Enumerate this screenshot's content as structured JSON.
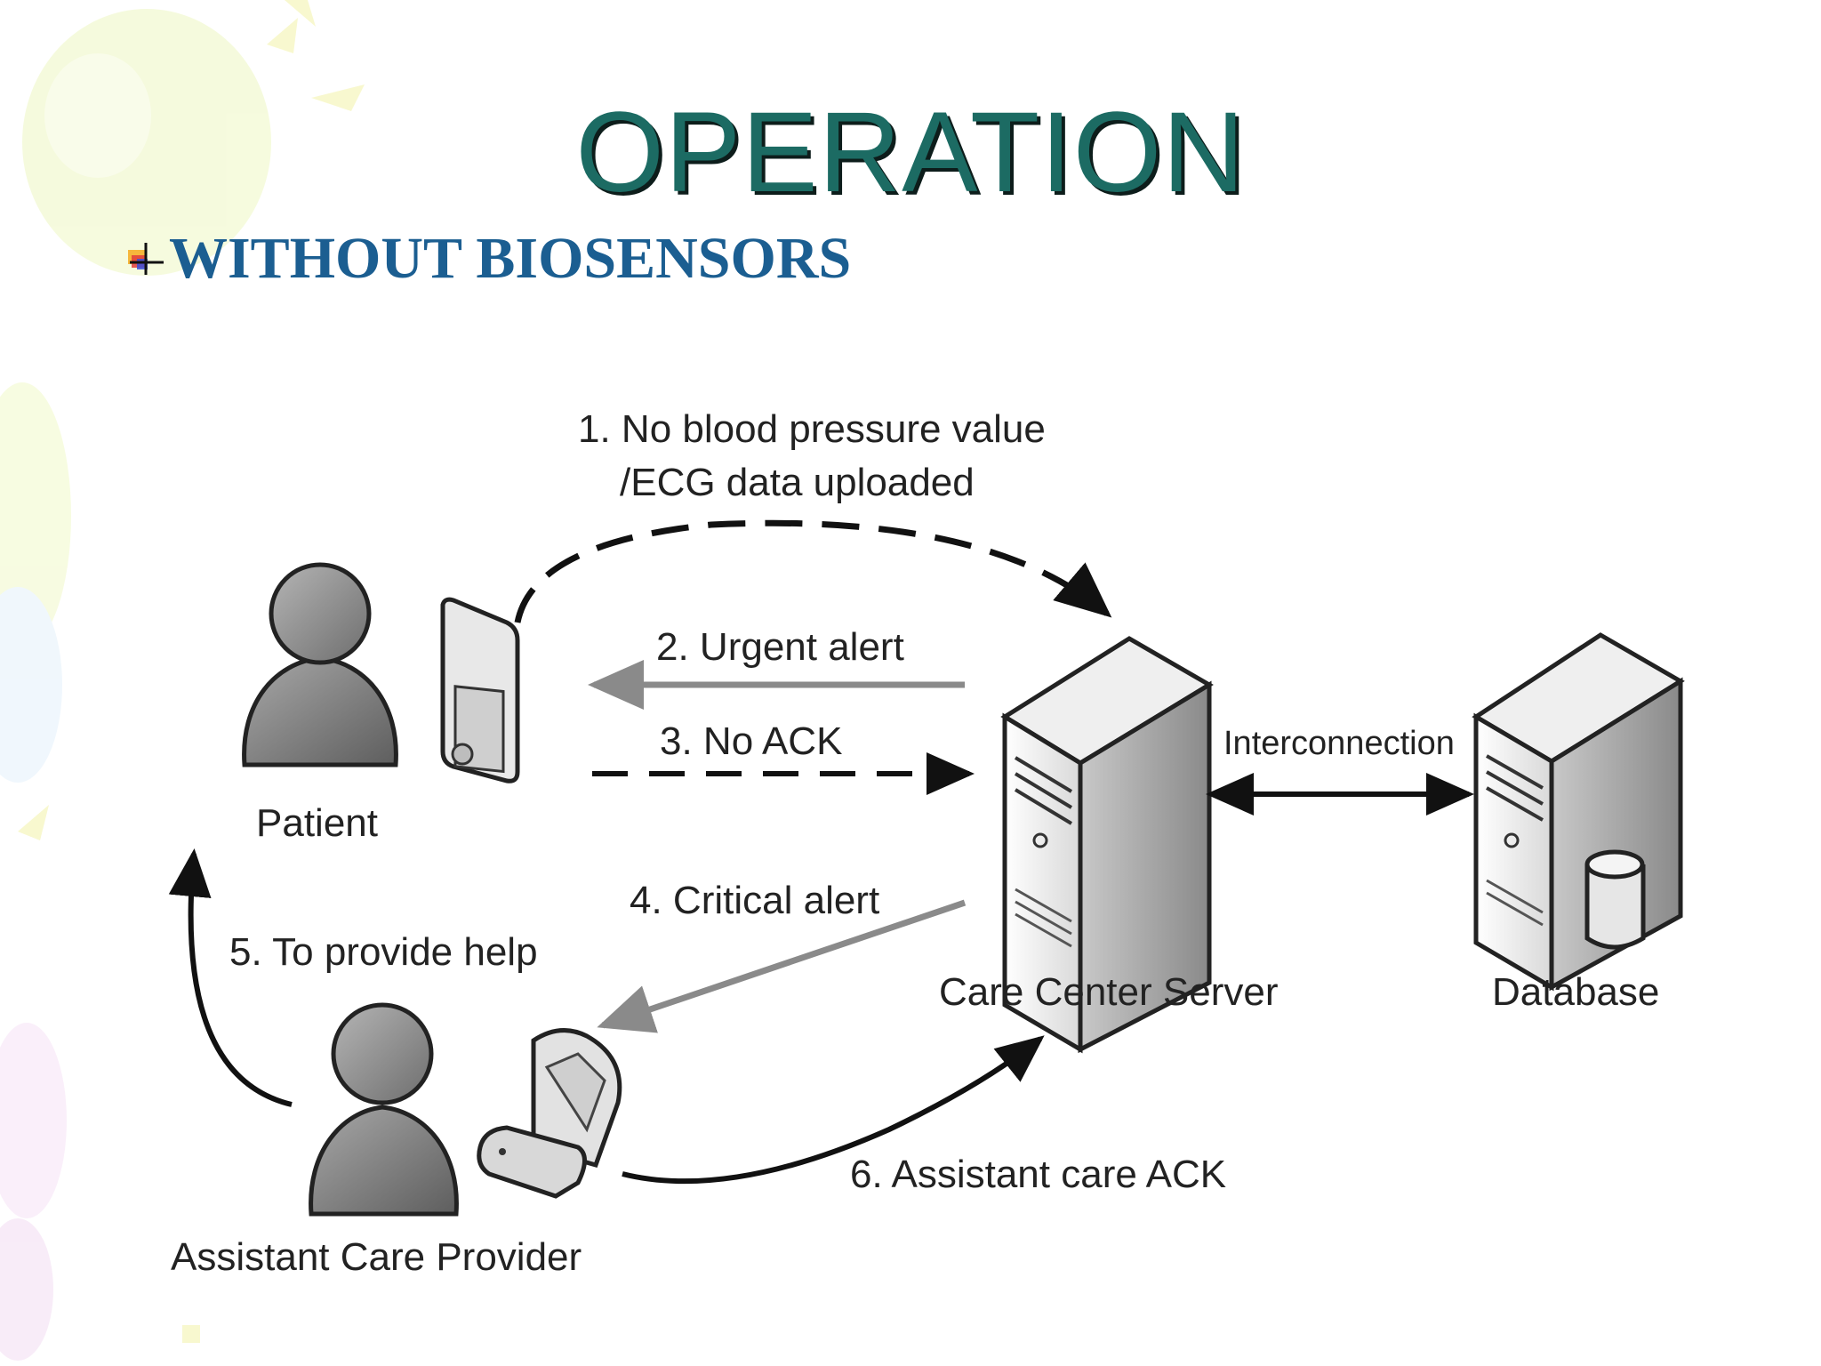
{
  "slide": {
    "title": "OPERATION",
    "bullet": "WITHOUT BIOSENSORS"
  },
  "diagram": {
    "nodes": {
      "patient": "Patient",
      "care_center_server": "Care Center Server",
      "database": "Database",
      "assistant_care_provider": "Assistant Care Provider"
    },
    "edges": {
      "step1_line1": "1. No blood pressure value",
      "step1_line2": "/ECG data uploaded",
      "step2": "2. Urgent alert",
      "step3": "3. No ACK",
      "step4": "4. Critical alert",
      "step5": "5. To provide help",
      "step6": "6. Assistant care ACK",
      "interconnection": "Interconnection"
    }
  },
  "colors": {
    "title": "#1c6b63",
    "bullet_text": "#1b5e91",
    "line_dark": "#111111",
    "line_gray": "#8a8a8a"
  }
}
